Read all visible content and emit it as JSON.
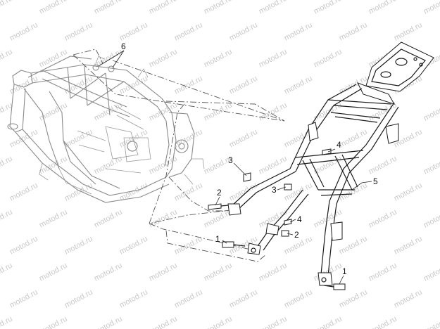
{
  "watermark": {
    "text": "motod.ru"
  },
  "callouts": [
    {
      "id": "c6",
      "label": "6"
    },
    {
      "id": "c4a",
      "label": "4"
    },
    {
      "id": "c5",
      "label": "5"
    },
    {
      "id": "c3a",
      "label": "3"
    },
    {
      "id": "c3b",
      "label": "3"
    },
    {
      "id": "c2a",
      "label": "2"
    },
    {
      "id": "c4b",
      "label": "4"
    },
    {
      "id": "c2b",
      "label": "2"
    },
    {
      "id": "c1a",
      "label": "1"
    },
    {
      "id": "c1b",
      "label": "1"
    }
  ]
}
